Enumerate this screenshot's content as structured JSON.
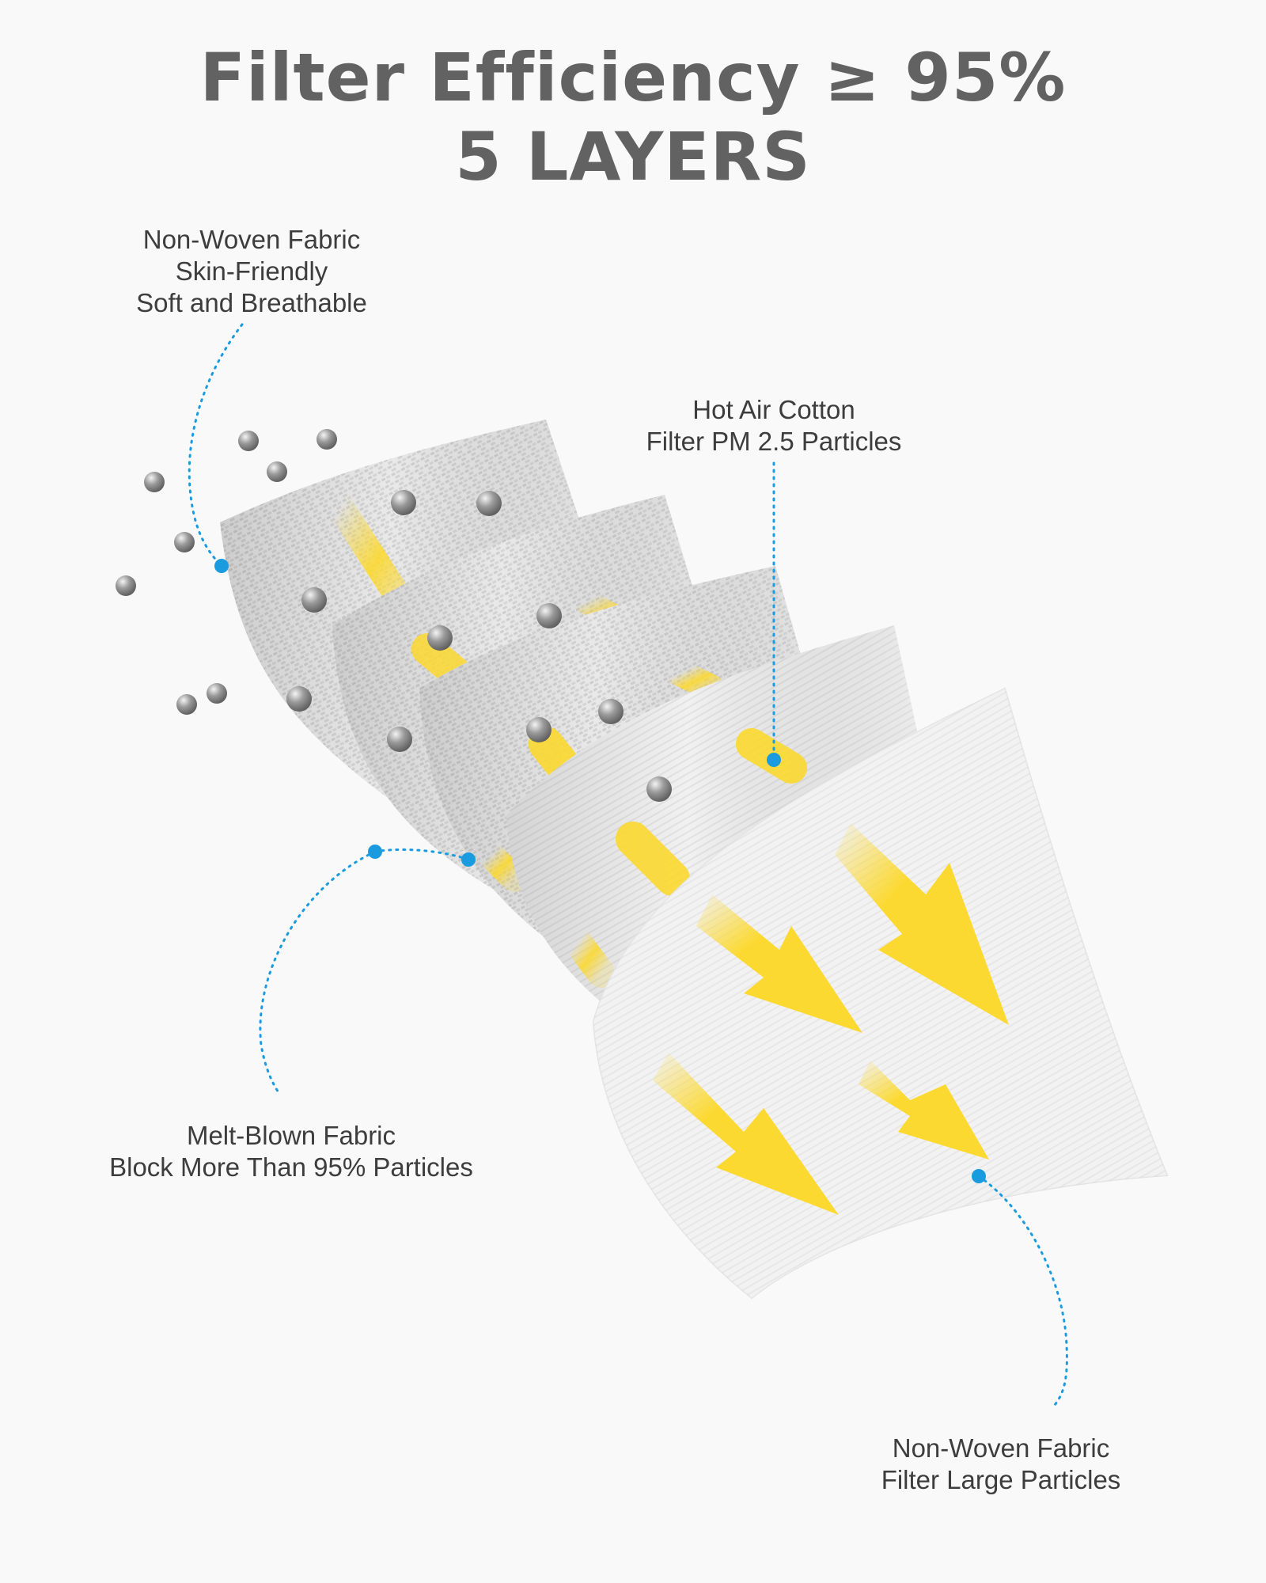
{
  "title": {
    "line1": "Filter Efficiency ≥ 95%",
    "line2": "5 LAYERS"
  },
  "callouts": {
    "layer1": [
      "Non-Woven Fabric",
      "Skin-Friendly",
      "Soft and Breathable"
    ],
    "layer2": [
      "Hot Air Cotton",
      "Filter PM 2.5 Particles"
    ],
    "layer3": [
      "Melt-Blown Fabric",
      "Block More Than 95% Particles"
    ],
    "layer4": [
      "Non-Woven Fabric",
      "Filter Large Particles"
    ]
  },
  "colors": {
    "title": "#626262",
    "label_text": "#3d3d3d",
    "marker": "#1a9be0",
    "arrow": "#fcd930",
    "layer": "#e4e4e4",
    "particle": "#8c8c8c"
  },
  "icons": [
    "particle-icon",
    "airflow-arrow-icon",
    "callout-marker-icon"
  ]
}
